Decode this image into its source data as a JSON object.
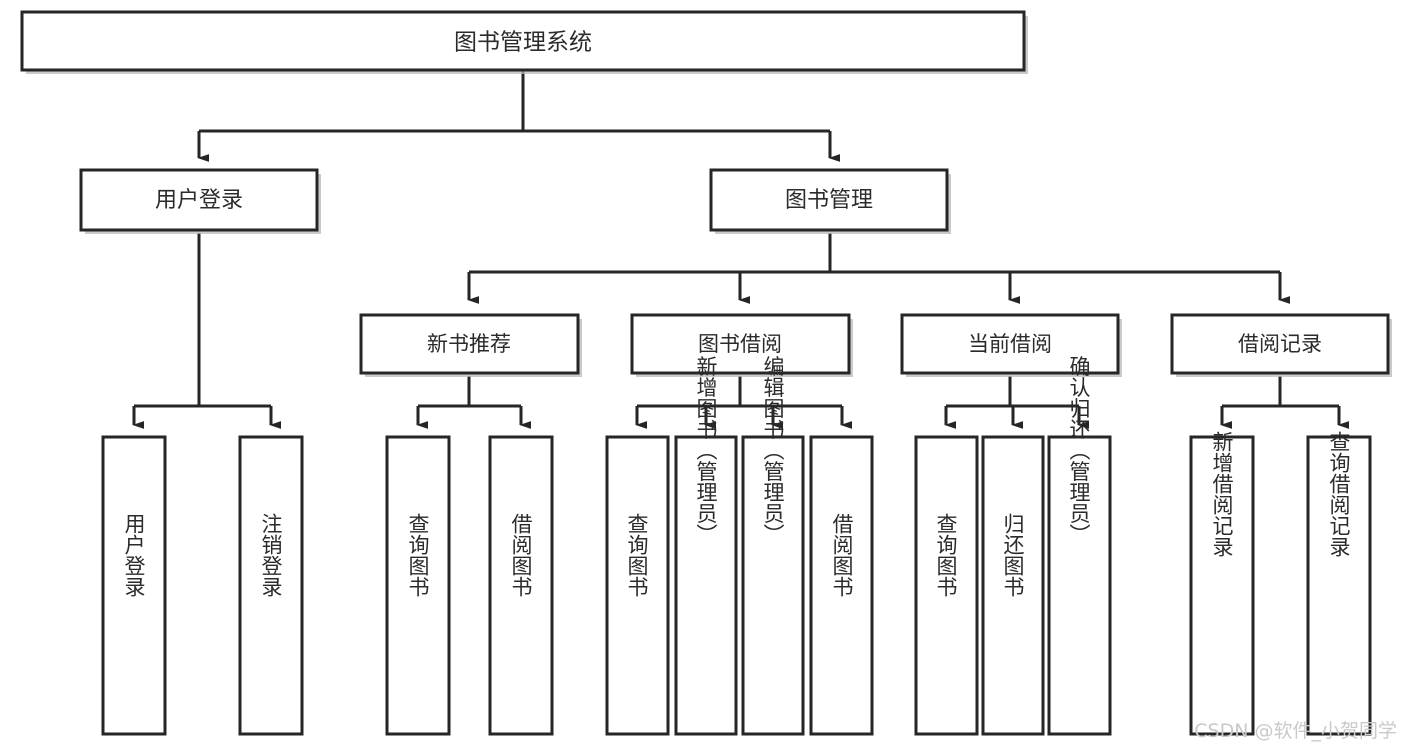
{
  "diagram": {
    "type": "tree-hierarchy",
    "title": "图书管理系统",
    "orientation": "top-down",
    "colors": {
      "box_fill": "#ffffff",
      "box_stroke": "#262626",
      "text": "#2b2b2b",
      "shadow": "#b8b8b8",
      "watermark": "#c9c9c9"
    },
    "root": {
      "id": "root",
      "label": "图书管理系统"
    },
    "level1": [
      {
        "id": "user-login",
        "label": "用户登录"
      },
      {
        "id": "book-management",
        "label": "图书管理"
      }
    ],
    "level2": [
      {
        "id": "new-book-recommend",
        "label": "新书推荐",
        "parent": "book-management"
      },
      {
        "id": "book-borrow",
        "label": "图书借阅",
        "parent": "book-management"
      },
      {
        "id": "current-borrow",
        "label": "当前借阅",
        "parent": "book-management"
      },
      {
        "id": "borrow-record",
        "label": "借阅记录",
        "parent": "book-management"
      }
    ],
    "leaves": {
      "user-login": [
        {
          "id": "leaf-user-login",
          "label": "用户登录"
        },
        {
          "id": "leaf-logout-login",
          "label": "注销登录"
        }
      ],
      "new-book-recommend": [
        {
          "id": "leaf-query-book-1",
          "label": "查询图书"
        },
        {
          "id": "leaf-borrow-book-1",
          "label": "借阅图书"
        }
      ],
      "book-borrow": [
        {
          "id": "leaf-query-book-2",
          "label": "查询图书"
        },
        {
          "id": "leaf-add-book",
          "label": "新增图书（管理员）"
        },
        {
          "id": "leaf-edit-book",
          "label": "编辑图书（管理员）"
        },
        {
          "id": "leaf-borrow-book-2",
          "label": "借阅图书"
        }
      ],
      "current-borrow": [
        {
          "id": "leaf-query-book-3",
          "label": "查询图书"
        },
        {
          "id": "leaf-return-book",
          "label": "归还图书"
        },
        {
          "id": "leaf-confirm-return",
          "label": "确认归还（管理员）"
        }
      ],
      "borrow-record": [
        {
          "id": "leaf-add-record",
          "label": "新增借阅记录"
        },
        {
          "id": "leaf-query-record",
          "label": "查询借阅记录"
        }
      ]
    }
  },
  "watermark": {
    "text": "CSDN @软件_小贺同学"
  }
}
